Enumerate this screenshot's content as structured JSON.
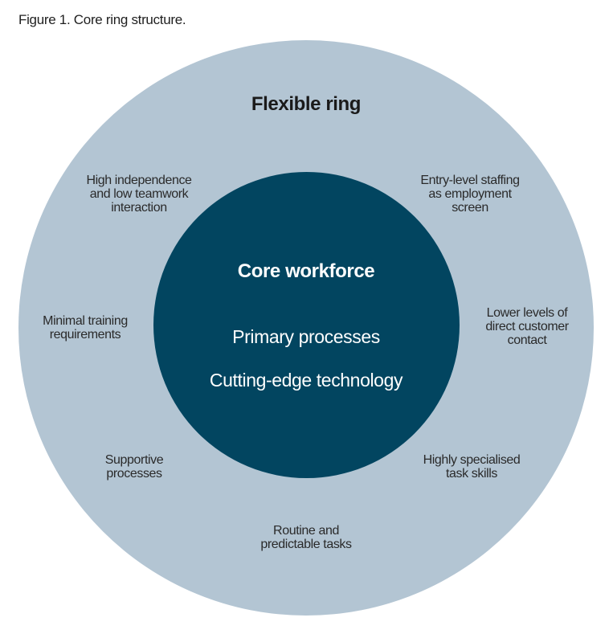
{
  "caption": "Figure 1. Core ring structure.",
  "colors": {
    "outer_ring": "#b3c5d3",
    "core": "#024560",
    "text_dark": "#2a2a2a",
    "text_light": "#ffffff"
  },
  "flexible_ring": {
    "title": "Flexible ring",
    "factors": {
      "high_independence": "High independence\nand low teamwork\ninteraction",
      "entry_level": "Entry-level staffing\nas employment\nscreen",
      "minimal_training": "Minimal training\nrequirements",
      "lower_contact": "Lower levels of\ndirect customer\ncontact",
      "supportive": "Supportive\nprocesses",
      "specialised": "Highly specialised\ntask skills",
      "routine": "Routine and\npredictable tasks"
    }
  },
  "core": {
    "title": "Core workforce",
    "items": [
      "Primary processes",
      "Cutting-edge technology"
    ]
  }
}
